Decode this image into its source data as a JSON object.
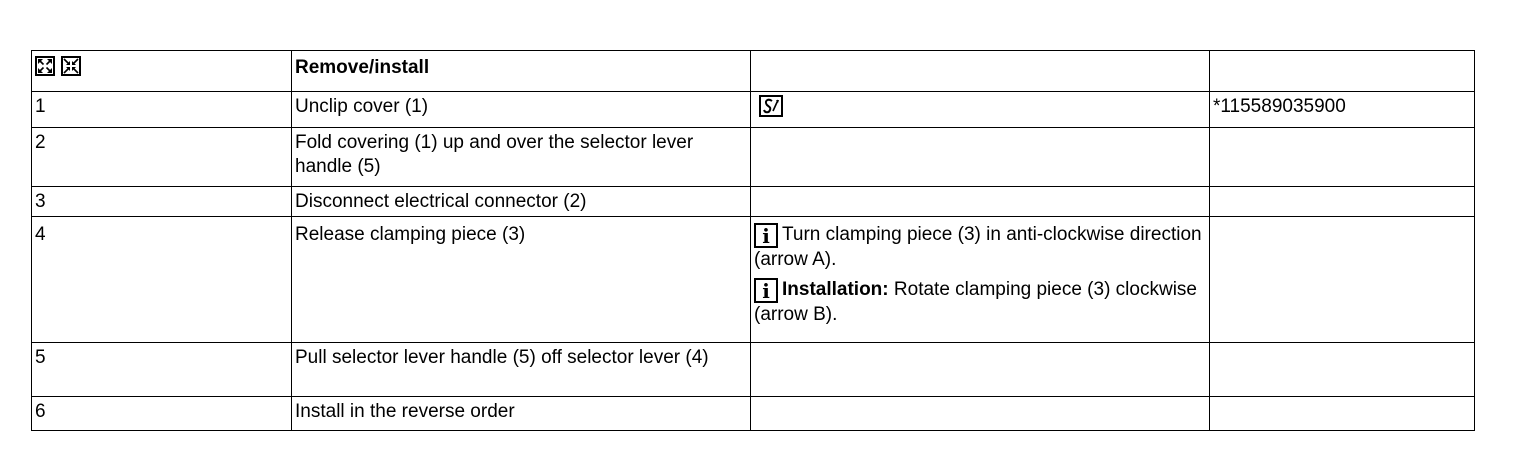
{
  "header": {
    "icons": [
      "expand-icon",
      "collapse-icon"
    ],
    "title": "Remove/install",
    "col3": "",
    "col4": ""
  },
  "steps": [
    {
      "num": "1",
      "text": "Unclip cover (1)",
      "tool_icon": "special-tool-icon",
      "part": "*115589035900"
    },
    {
      "num": "2",
      "text": "Fold covering (1) up and over the selector lever handle (5)",
      "part": ""
    },
    {
      "num": "3",
      "text": "Disconnect electrical connector (2)",
      "part": ""
    },
    {
      "num": "4",
      "text": "Release clamping piece (3)",
      "notes": [
        {
          "icon": "info-icon",
          "icon_glyph": "i",
          "label": "",
          "text": "Turn clamping piece (3) in anti-clockwise direction (arrow A)."
        },
        {
          "icon": "info-icon",
          "icon_glyph": "i",
          "label": "Installation:",
          "text": "Rotate clamping piece (3) clockwise (arrow B)."
        }
      ],
      "part": ""
    },
    {
      "num": "5",
      "text": "Pull selector lever handle (5) off selector lever (4)",
      "part": ""
    },
    {
      "num": "6",
      "text": "Install in the reverse order",
      "part": ""
    }
  ]
}
